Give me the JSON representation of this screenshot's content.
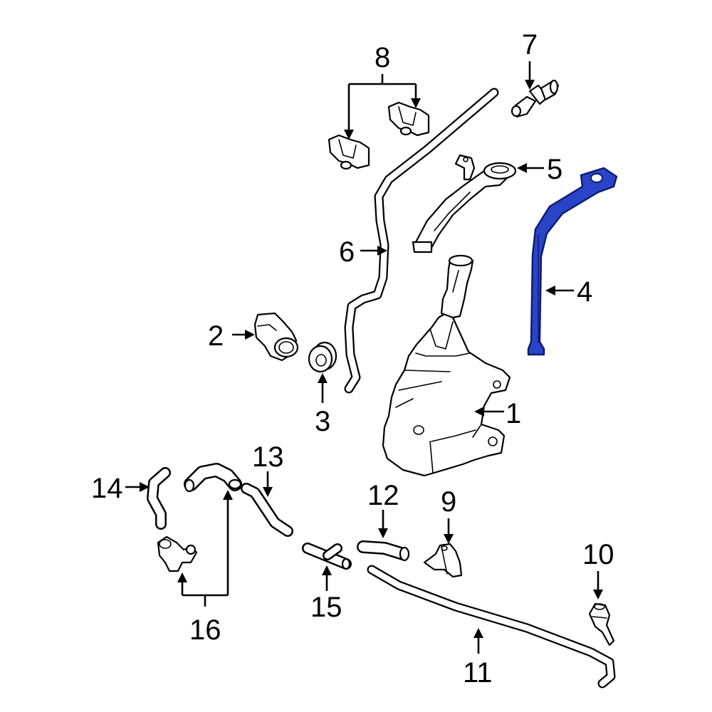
{
  "callouts": {
    "c1": "1",
    "c2": "2",
    "c3": "3",
    "c4": "4",
    "c5": "5",
    "c6": "6",
    "c7": "7",
    "c8": "8",
    "c9": "9",
    "c10": "10",
    "c11": "11",
    "c12": "12",
    "c13": "13",
    "c14": "14",
    "c15": "15",
    "c16": "16"
  },
  "colors": {
    "highlight": "#2a44c8",
    "line": "#000000",
    "background": "#ffffff"
  },
  "highlighted_part": "4"
}
